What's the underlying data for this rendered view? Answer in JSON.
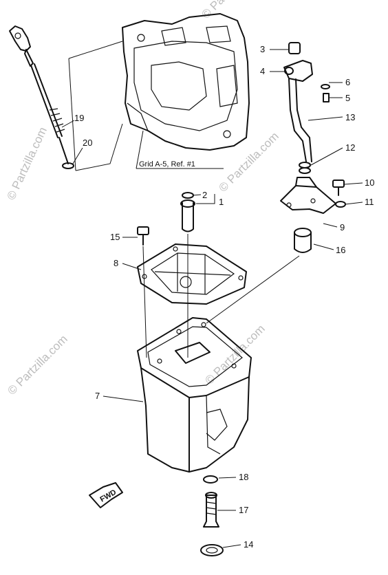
{
  "watermark": "© Partzilla.com",
  "reference_note": "Grid A-5, Ref. #1",
  "fwd_label": "FWD",
  "callouts": {
    "c1": "1",
    "c2": "2",
    "c3": "3",
    "c4": "4",
    "c5": "5",
    "c6": "6",
    "c7": "7",
    "c8": "8",
    "c9": "9",
    "c10": "10",
    "c11": "11",
    "c12": "12",
    "c13": "13",
    "c14": "14",
    "c15": "15",
    "c16": "16",
    "c17": "17",
    "c18": "18",
    "c19": "19",
    "c20": "20"
  }
}
